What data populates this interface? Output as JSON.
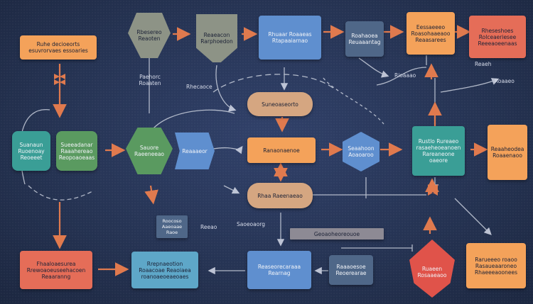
{
  "palette": {
    "orange": "#f4a25a",
    "blue": "#5f8fcf",
    "teal": "#3a9e96",
    "green": "#5a9a60",
    "gray": "#8d9386",
    "coral": "#e56d58",
    "red": "#e0534a",
    "tan": "#d5a681",
    "slate": "#4f6788",
    "lines": "#c9cfdc",
    "accent": "#e07a4e"
  },
  "nodes": {
    "n_top_left": "Ruhe decioeorts esuvrorvaes essoaries",
    "n_hex_top": "Rbesereo Reaoten",
    "n_trap_top": "Reaeacon Rarphoedon",
    "n_top_center": "Rhuaar Roaaeas Rtapaaiarnao",
    "n_top_dark": "Roahaoea Reuaaantag",
    "n_top_orange": "Eessaeeeo Roasohaaeaoo Reaasarees",
    "n_top_coral": "Rheseshoes Rolceaeriesee Reeeaoeenaas",
    "n_left_teal": "Suanaun Ruoenoay Reoeeet",
    "n_left_green": "Sueeadanar Raaahereao Reopoaoeaas",
    "n_hex_mid": "Sauore Raeeneeao",
    "n_mid_blue": "Reaaaeor",
    "n_center_pill": "Suneoaseorto",
    "n_center_orange": "Ranaonaenoe",
    "n_center_pill2": "Rhaa Raeenaeao",
    "n_right_hex": "Seaahoon Aoaoaroo",
    "n_right_teal": "Rustlo Rureaeo rasaeheoeanoen Rareaneone oaeore",
    "n_right_orange": "Reaaheodea Roaaenaoo",
    "n_small_box": "Roocoso Aaeoaae Raoe",
    "n_bottom_left": "Fhaaloaesurea Rrewoaoeuseehacoen Reaaranng",
    "n_bottom_blue": "Rrepnaeotion Roaacoae Reaoiaea roanoaeoeaeoaes",
    "n_bottom_center": "Reaseorecaraaa Rearnag",
    "n_bottom_dark": "Raaaoesoe Reoerearae",
    "n_bottom_red": "Ruaeen Rosaaeaoo",
    "n_bottom_right": "Rarueeeo roaoo Rasaueaaroneo Rhaeeeaoonees"
  },
  "labels": {
    "l_center_top": "Paehorc Roaaten",
    "l_mid": "Rhecaoce",
    "l_right_top": "Rioaaao",
    "l_right_small": "Reaeh",
    "l_right_under": "Roaaeo",
    "l_left_small": "Reeao",
    "l_mid_low": "Saoeoaorg",
    "l_bar": "Geoaoheoreouoe"
  }
}
